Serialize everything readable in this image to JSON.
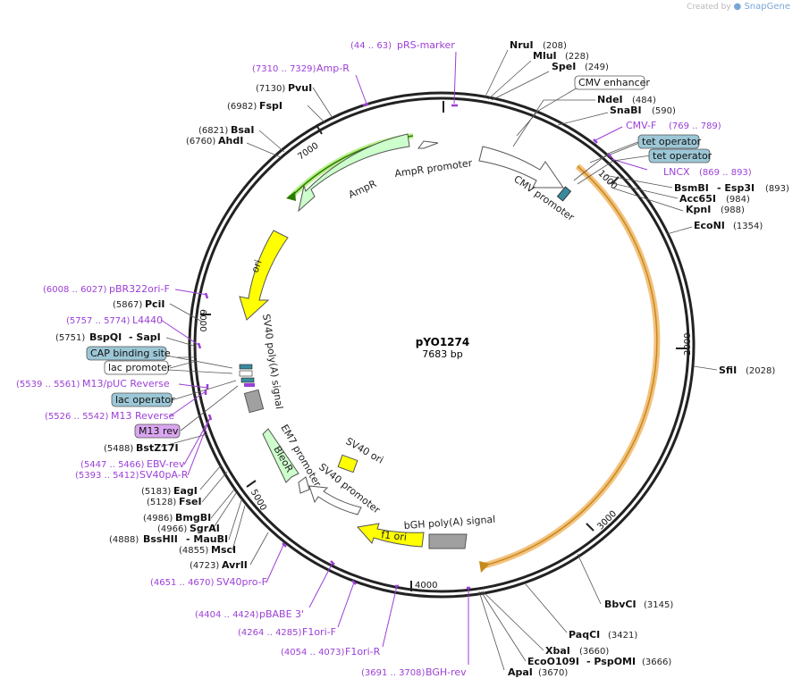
{
  "app": {
    "credit_prefix": "Created by",
    "brand": "SnapGene"
  },
  "plasmid": {
    "name": "pYO1274",
    "length_label": "7683 bp",
    "length": 7683
  },
  "ticks": [
    {
      "label": "1000",
      "bp": 1000
    },
    {
      "label": "2000",
      "bp": 2000
    },
    {
      "label": "3000",
      "bp": 3000
    },
    {
      "label": "4000",
      "bp": 4000
    },
    {
      "label": "5000",
      "bp": 5000
    },
    {
      "label": "6000",
      "bp": 6000
    },
    {
      "label": "7000",
      "bp": 7000
    }
  ],
  "colors": {
    "primer": "#9b3fd6",
    "ori": "#ffff00",
    "ampr": "#ccffcc",
    "bleor": "#ccffcc",
    "cmv_promoter": "#ffffff",
    "polyA": "#a0a0a0",
    "operator_box": "#9cc7d6",
    "m13rev_box": "#d9a6f0",
    "orange_highlight": "#f3c27e",
    "green_highlight": "#2c7a00"
  },
  "enzymes": [
    {
      "name": "NruI",
      "pos": "(208)"
    },
    {
      "name": "MluI",
      "pos": "(228)"
    },
    {
      "name": "SpeI",
      "pos": "(249)"
    },
    {
      "name": "NdeI",
      "pos": "(484)"
    },
    {
      "name": "SnaBI",
      "pos": "(590)"
    },
    {
      "name": "BsmBI",
      "name2": "Esp3I",
      "pos": "(893)"
    },
    {
      "name": "Acc65I",
      "pos": "(984)"
    },
    {
      "name": "KpnI",
      "pos": "(988)"
    },
    {
      "name": "EcoNI",
      "pos": "(1354)"
    },
    {
      "name": "SfiI",
      "pos": "(2028)"
    },
    {
      "name": "BbvCI",
      "pos": "(3145)"
    },
    {
      "name": "PaqCI",
      "pos": "(3421)"
    },
    {
      "name": "XbaI",
      "pos": "(3660)"
    },
    {
      "name": "EcoO109I",
      "name2": "PspOMI",
      "pos": "(3666)"
    },
    {
      "name": "ApaI",
      "pos": "(3670)"
    },
    {
      "name": "PvuI",
      "pos": "(7130)"
    },
    {
      "name": "FspI",
      "pos": "(6982)"
    },
    {
      "name": "BsaI",
      "pos": "(6821)"
    },
    {
      "name": "AhdI",
      "pos": "(6760)"
    },
    {
      "name": "PciI",
      "pos": "(5867)"
    },
    {
      "name": "BspQI",
      "name2": "SapI",
      "pos": "(5751)"
    },
    {
      "name": "BstZ17I",
      "pos": "(5488)"
    },
    {
      "name": "EagI",
      "pos": "(5183)"
    },
    {
      "name": "FseI",
      "pos": "(5128)"
    },
    {
      "name": "BmgBI",
      "pos": "(4986)"
    },
    {
      "name": "SgrAI",
      "pos": "(4966)"
    },
    {
      "name": "BssHII",
      "name2": "MauBI",
      "pos": "(4888)"
    },
    {
      "name": "MscI",
      "pos": "(4855)"
    },
    {
      "name": "AvrII",
      "pos": "(4723)"
    }
  ],
  "primers": [
    {
      "range": "(44 .. 63)",
      "name": "pRS-marker"
    },
    {
      "range": "(7310 .. 7329)",
      "name": "Amp-R"
    },
    {
      "range": "(769 .. 789)",
      "name": "CMV-F"
    },
    {
      "range": "(869 .. 893)",
      "name": "LNCX"
    },
    {
      "range": "(6008 .. 6027)",
      "name": "pBR322ori-F"
    },
    {
      "range": "(5757 .. 5774)",
      "name": "L4440"
    },
    {
      "range": "(5539 .. 5561)",
      "name": "M13/pUC Reverse"
    },
    {
      "range": "(5526 .. 5542)",
      "name": "M13 Reverse"
    },
    {
      "range": "(5447 .. 5466)",
      "name": "EBV-rev"
    },
    {
      "range": "(5393 .. 5412)",
      "name": "SV40pA-R"
    },
    {
      "range": "(4651 .. 4670)",
      "name": "SV40pro-F"
    },
    {
      "range": "(4404 .. 4424)",
      "name": "pBABE 3'"
    },
    {
      "range": "(4264 .. 4285)",
      "name": "F1ori-F"
    },
    {
      "range": "(4054 .. 4073)",
      "name": "F1ori-R"
    },
    {
      "range": "(3691 .. 3708)",
      "name": "BGH-rev"
    }
  ],
  "features": {
    "cmv_enhancer": "CMV enhancer",
    "tet_operator_1": "tet operator",
    "tet_operator_2": "tet operator",
    "cmv_promoter": "CMV promoter",
    "ampr": "AmpR",
    "ampr_promoter": "AmpR promoter",
    "ori": "ori",
    "sv40_polya": "SV40 poly(A) signal",
    "cap_binding_site": "CAP binding site",
    "lac_promoter": "lac promoter",
    "lac_operator": "lac operator",
    "m13_rev": "M13 rev",
    "em7_promoter": "EM7 promoter",
    "bleor": "BleoR",
    "sv40_ori": "SV40 ori",
    "sv40_promoter": "SV40 promoter",
    "f1_ori": "f1 ori",
    "bgh_polya": "bGH poly(A) signal"
  }
}
